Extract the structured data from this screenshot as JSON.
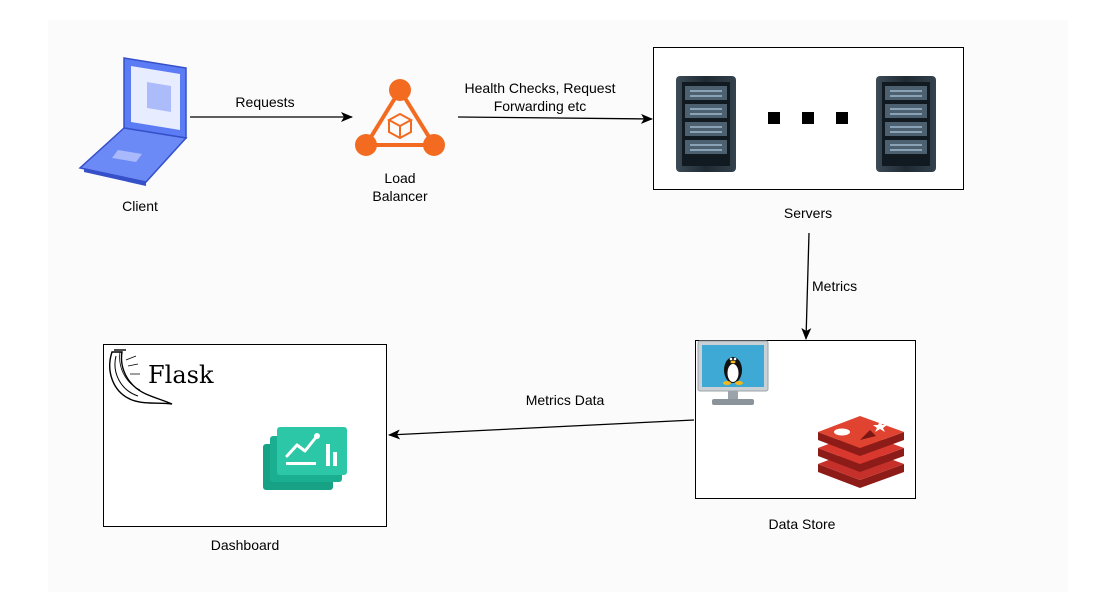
{
  "nodes": {
    "client": {
      "label": "Client"
    },
    "load_balancer": {
      "label_line1": "Load",
      "label_line2": "Balancer"
    },
    "servers": {
      "label": "Servers"
    },
    "data_store": {
      "label": "Data Store"
    },
    "dashboard": {
      "label": "Dashboard",
      "framework": "Flask"
    }
  },
  "edges": {
    "client_to_lb": {
      "label": "Requests"
    },
    "lb_to_servers": {
      "label_line1": "Health Checks, Request",
      "label_line2": "Forwarding etc"
    },
    "servers_to_store": {
      "label": "Metrics"
    },
    "store_to_dashboard": {
      "label": "Metrics Data"
    }
  },
  "icons": [
    "laptop-icon",
    "load-balancer-icon",
    "server-rack-icon",
    "ellipsis-icon",
    "linux-monitor-icon",
    "redis-icon",
    "flask-logo",
    "dashboard-chart-icon"
  ],
  "colors": {
    "laptop": "#4a6cf0",
    "load_balancer": "#f26b21",
    "server": "#2b3a45",
    "redis": "#c6302b",
    "dashboard": "#1fb89a",
    "monitor_screen": "#3fa9d6"
  }
}
